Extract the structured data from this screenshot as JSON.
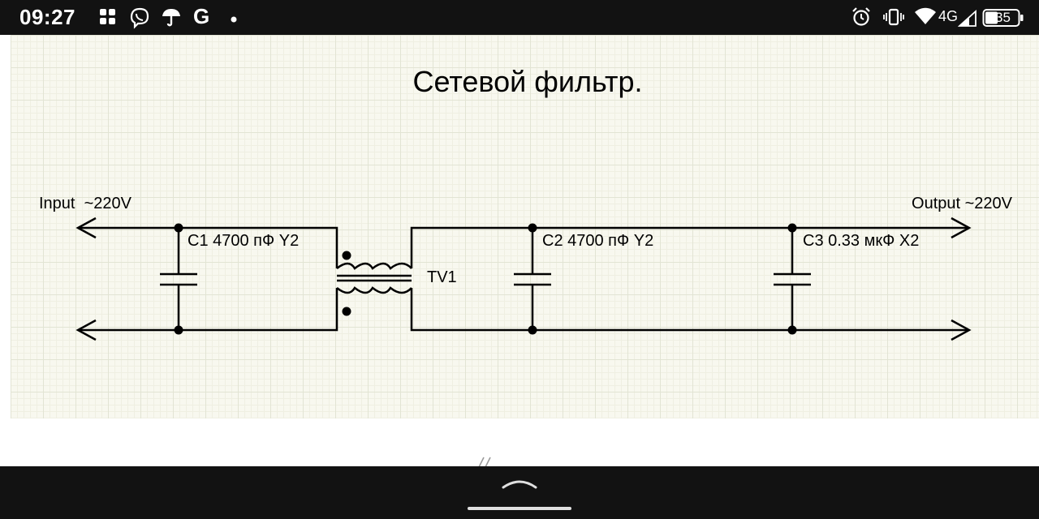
{
  "status_bar": {
    "time": "09:27",
    "network_label": "4G",
    "battery_level": "35",
    "icons": [
      "grid-icon",
      "viber-icon",
      "umbrella-icon",
      "google-g-icon",
      "dot-icon",
      "alarm-icon",
      "vibrate-icon",
      "wifi-icon",
      "signal-icon",
      "battery-icon"
    ]
  },
  "schematic": {
    "title": "Сетевой фильтр.",
    "input_label": "Input  ~220V",
    "output_label": "Output ~220V",
    "c1_label": "C1 4700 пФ Y2",
    "c2_label": "C2 4700 пФ Y2",
    "c3_label": "C3 0.33 мкФ X2",
    "transformer_label": "TV1"
  },
  "navigation_bar": {
    "icons": [
      "chevron-up-icon",
      "home-handle"
    ]
  },
  "colors": {
    "status_bar_bg": "#121212",
    "grid_paper_bg": "#f8f8ef",
    "line_color": "#000000"
  }
}
